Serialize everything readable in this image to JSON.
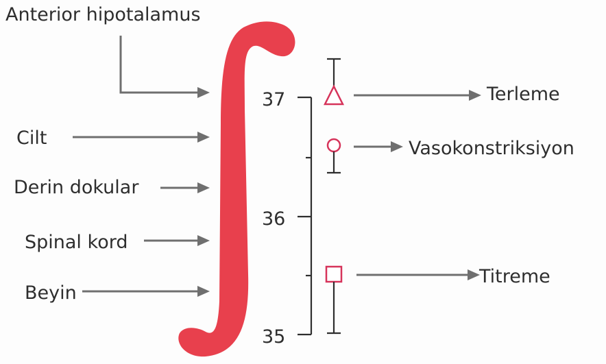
{
  "inputs": {
    "anterior": "Anterior hipotalamus",
    "cilt": "Cilt",
    "derin": "Derin dokular",
    "spinal": "Spinal kord",
    "beyin": "Beyin"
  },
  "scale": {
    "ticks": [
      "37",
      "36",
      "35"
    ]
  },
  "responses": {
    "terleme": "Terleme",
    "vaso": "Vasokonstriksiyon",
    "titreme": "Titreme"
  },
  "colors": {
    "integrator": "#e8404d",
    "symbols": "#d6335a",
    "arrows": "#6f6f6f",
    "text": "#2e2e2e"
  }
}
